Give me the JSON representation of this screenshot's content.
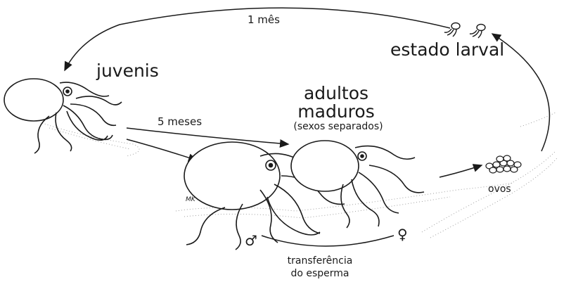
{
  "labels": {
    "one_month": "1 mês",
    "larval_stage": "estado larval",
    "juveniles": "juvenis",
    "adults_line1": "adultos",
    "adults_line2": "maduros",
    "sexes_separated": "(sexos separados)",
    "five_months": "5 meses",
    "eggs": "ovos",
    "sperm_transfer_line1": "transferência",
    "sperm_transfer_line2": "do esperma",
    "male_symbol": "♂",
    "female_symbol": "♀",
    "artist_mark": "MK"
  },
  "colors": {
    "ink": "#1a1a1a",
    "ground_stipple": "#9a9a9a"
  }
}
